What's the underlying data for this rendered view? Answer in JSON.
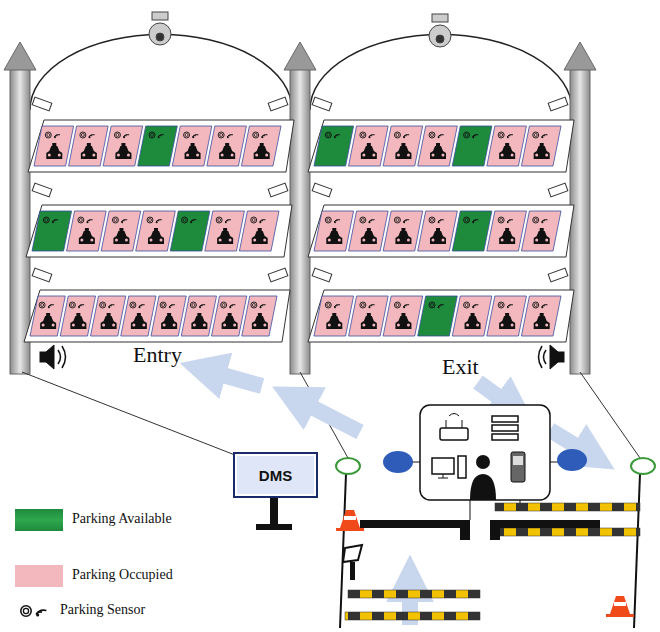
{
  "diagram": {
    "nodes": [
      {
        "text": [
          "DMS"
        ]
      }
    ],
    "labels": [
      "Entry",
      "Exit"
    ],
    "legend": [
      {
        "text": "Parking Available",
        "color": "#1e8a3c"
      },
      {
        "text": "Parking Occupied",
        "color": "#f2b8bd"
      },
      {
        "text": "Parking Sensor"
      }
    ]
  }
}
